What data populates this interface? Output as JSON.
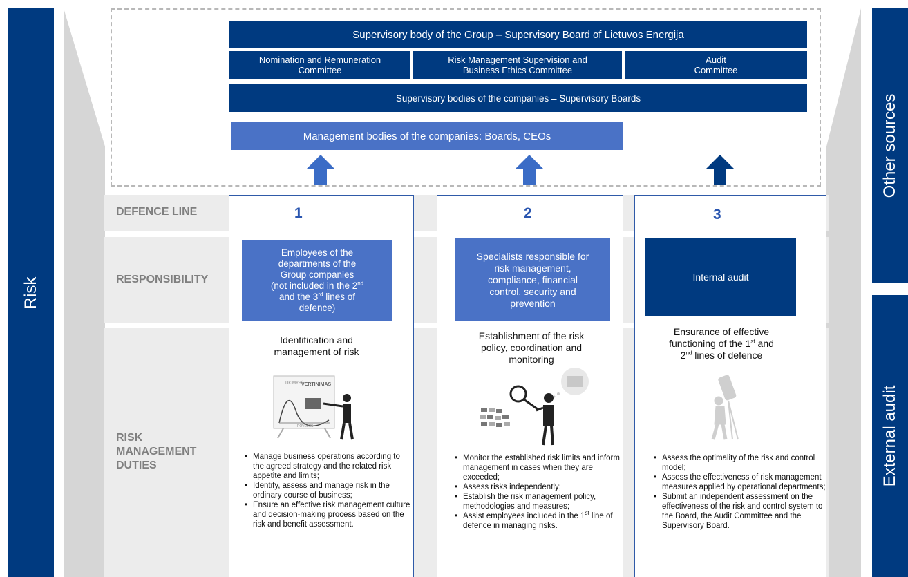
{
  "side": {
    "left": "Risk",
    "right_top": "Other sources",
    "right_bottom": "External audit"
  },
  "top": {
    "group_board": "Supervisory body of the Group – Supervisory Board of Lietuvos Energija",
    "committees": [
      {
        "line1": "Nomination and Remuneration",
        "line2": "Committee"
      },
      {
        "line1": "Risk Management Supervision and",
        "line2": "Business Ethics Committee"
      },
      {
        "line1": "Audit",
        "line2": "Committee"
      }
    ],
    "company_boards": "Supervisory bodies of the companies – Supervisory Boards",
    "management": "Management bodies of the companies: Boards, CEOs"
  },
  "rows": {
    "defence_line": "DEFENCE LINE",
    "responsibility": "RESPONSIBILITY",
    "duties_l1": "RISK",
    "duties_l2": "MANAGEMENT",
    "duties_l3": "DUTIES"
  },
  "columns": [
    {
      "num": "1",
      "resp": [
        "Employees of the",
        "departments of the",
        "Group companies",
        "(not included in the 2",
        "nd",
        "and the 3",
        "rd",
        " lines of",
        "defence)"
      ],
      "sub": [
        "Identification and",
        "management of risk"
      ],
      "duties": [
        "Manage business operations according to the agreed strategy and the related risk appetite and limits;",
        "Identify, assess and manage risk in the ordinary course of business;",
        "Ensure an effective risk management culture and decision-making process based on the risk and benefit assessment."
      ]
    },
    {
      "num": "2",
      "resp": [
        "Specialists responsible for",
        "risk management,",
        "compliance, financial",
        "control, security and",
        "prevention"
      ],
      "sub": [
        "Establishment of the risk",
        "policy, coordination and",
        "monitoring"
      ],
      "duties": [
        "Monitor the established risk limits and inform management in cases when they are exceeded;",
        "Assess risks independently;",
        "Establish the risk management policy, methodologies and measures;",
        "Assist employees included in the 1",
        "st",
        " line of defence in managing risks."
      ]
    },
    {
      "num": "3",
      "resp": [
        "Internal audit"
      ],
      "sub": [
        "Ensurance of effective",
        "functioning of the 1",
        "st",
        " and",
        "2",
        "nd",
        " lines of defence"
      ],
      "duties": [
        "Assess the optimality of the risk and control model;",
        "Assess the effectiveness of risk management measures applied by operational departments;",
        "Submit an independent assessment on the effectiveness of the risk and control system to the Board, the Audit Committee and the Supervisory Board."
      ]
    }
  ],
  "illustration": {
    "chart_title": "VERTINIMAS",
    "chart_axis_y": "TIKIMYBĖ",
    "chart_axis_x": "POVEIKIS"
  },
  "colors": {
    "navy": "#003a80",
    "mid": "#4a72c6",
    "grey": "#ececec"
  }
}
